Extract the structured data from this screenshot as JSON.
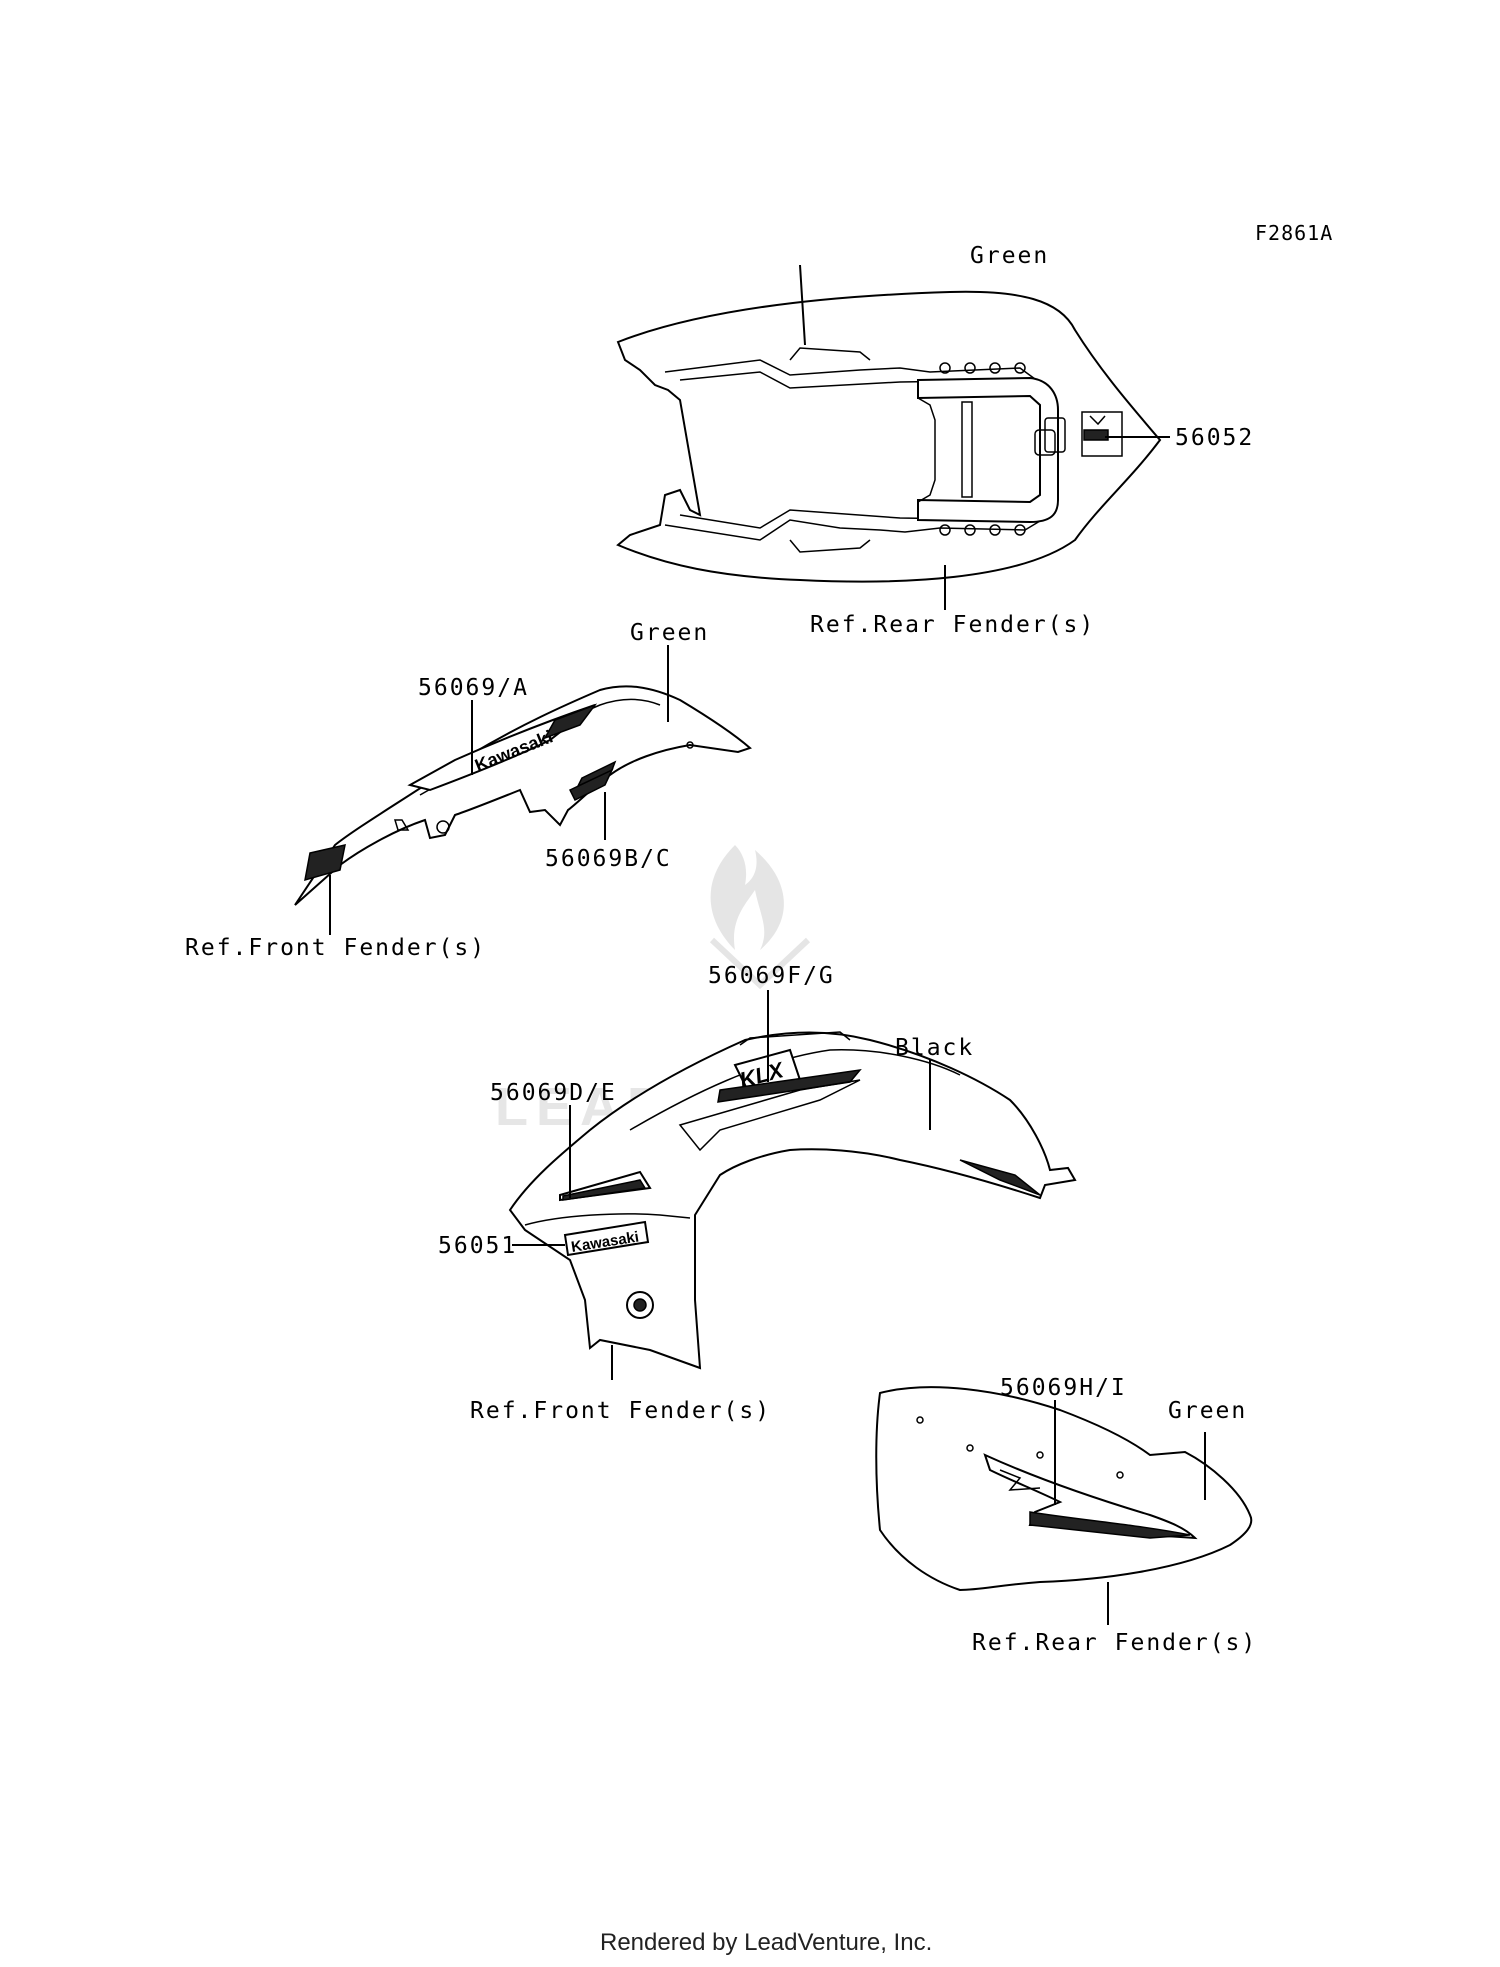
{
  "figure_code": "F2861A",
  "watermark": "LEADVENTURE",
  "footer": "Rendered by LeadVenture, Inc.",
  "labels": {
    "green_top": "Green",
    "part_56052": "56052",
    "ref_rear_fender_top": "Ref.Rear Fender(s)",
    "green_front": "Green",
    "part_56069_a": "56069/A",
    "part_56069_bc": "56069B/C",
    "ref_front_fender_1": "Ref.Front Fender(s)",
    "part_56069_fg": "56069F/G",
    "black": "Black",
    "part_56069_de": "56069D/E",
    "part_56051": "56051",
    "ref_front_fender_2": "Ref.Front Fender(s)",
    "part_56069_hi": "56069H/I",
    "green_rear": "Green",
    "ref_rear_fender_bottom": "Ref.Rear Fender(s)"
  },
  "decal_text": {
    "kawasaki_front": "Kawasaki",
    "kawasaki_shroud": "Kawasaki",
    "klx": "KLX"
  }
}
